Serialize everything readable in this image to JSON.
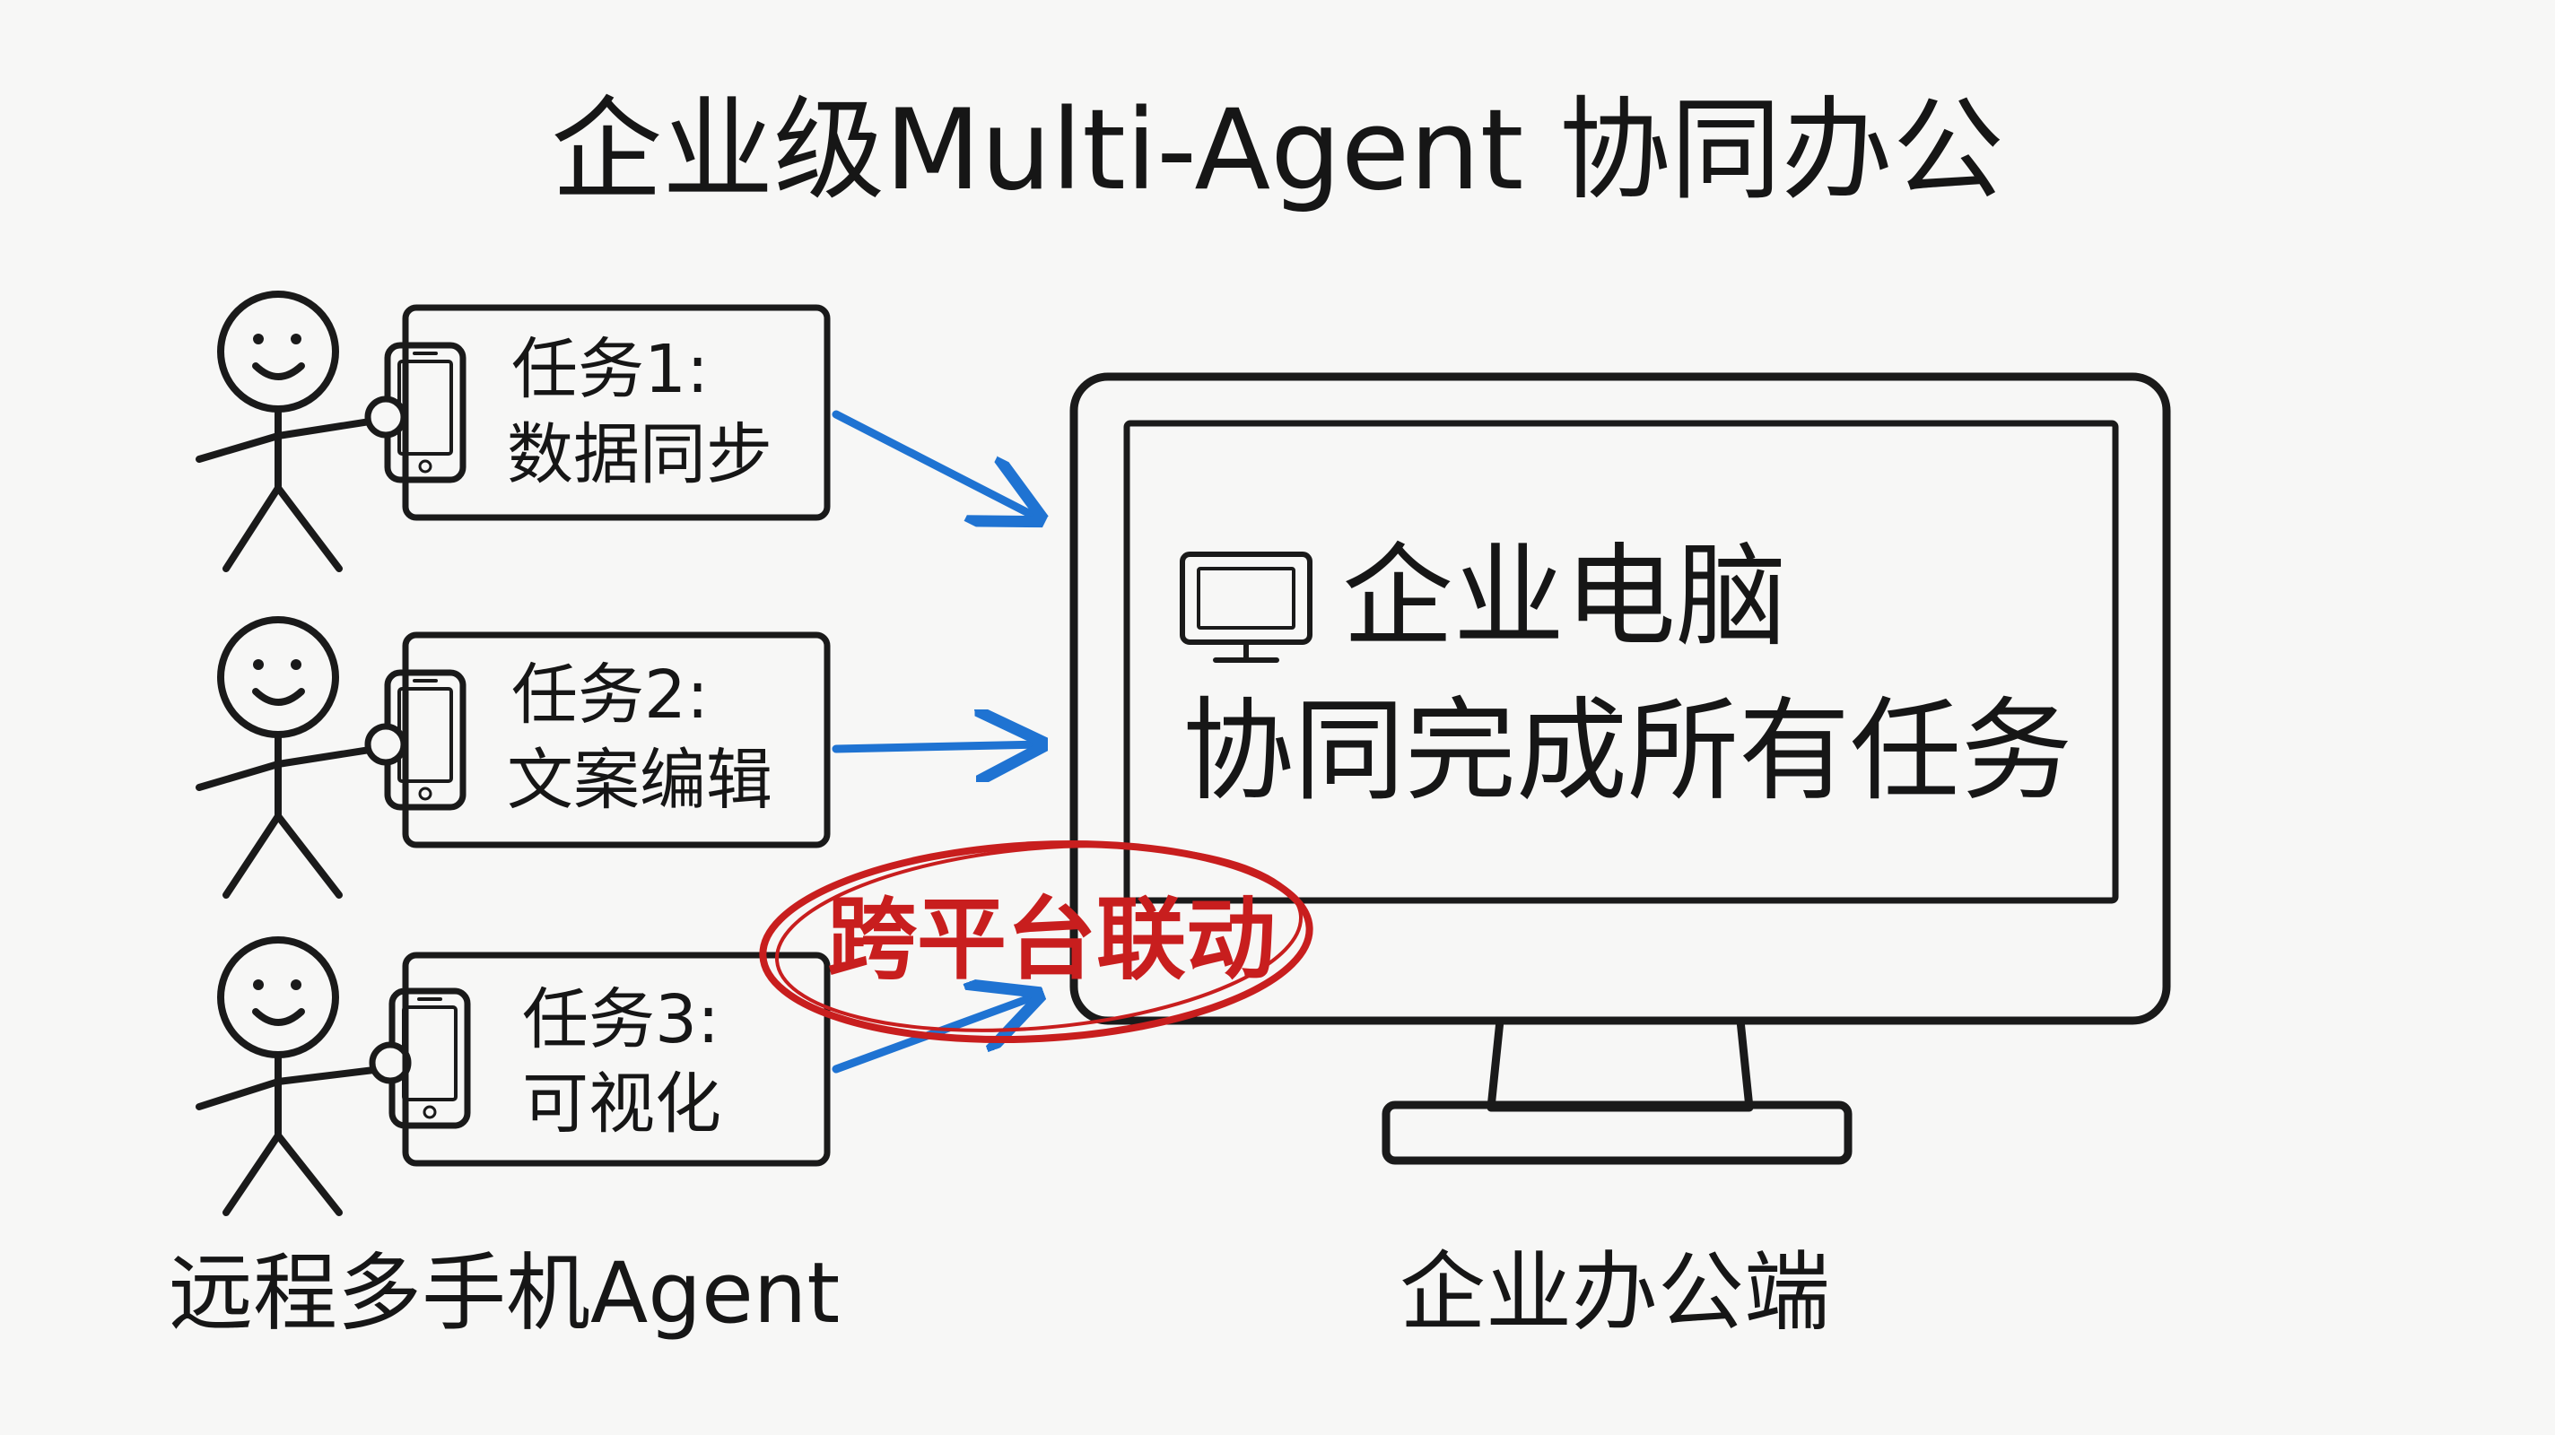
{
  "title": "企业级Multi-Agent 协同办公",
  "agents": [
    {
      "task_line1": "任务1:",
      "task_line2": "数据同步"
    },
    {
      "task_line1": "任务2:",
      "task_line2": "文案编辑"
    },
    {
      "task_line1": "任务3:",
      "task_line2": "可视化"
    }
  ],
  "left_caption": "远程多手机Agent",
  "monitor": {
    "line1": "企业电脑",
    "line2": "协同完成所有任务"
  },
  "right_caption": "企业办公端",
  "highlight": {
    "label": "跨平台联动",
    "color": "#c81e1e"
  },
  "colors": {
    "ink": "#1a1a1a",
    "arrow": "#1f73d2",
    "highlight": "#c81e1e",
    "background": "#f7f7f6"
  },
  "icons": [
    "stick-figure-icon",
    "smartphone-icon",
    "monitor-icon",
    "arrow-icon"
  ]
}
